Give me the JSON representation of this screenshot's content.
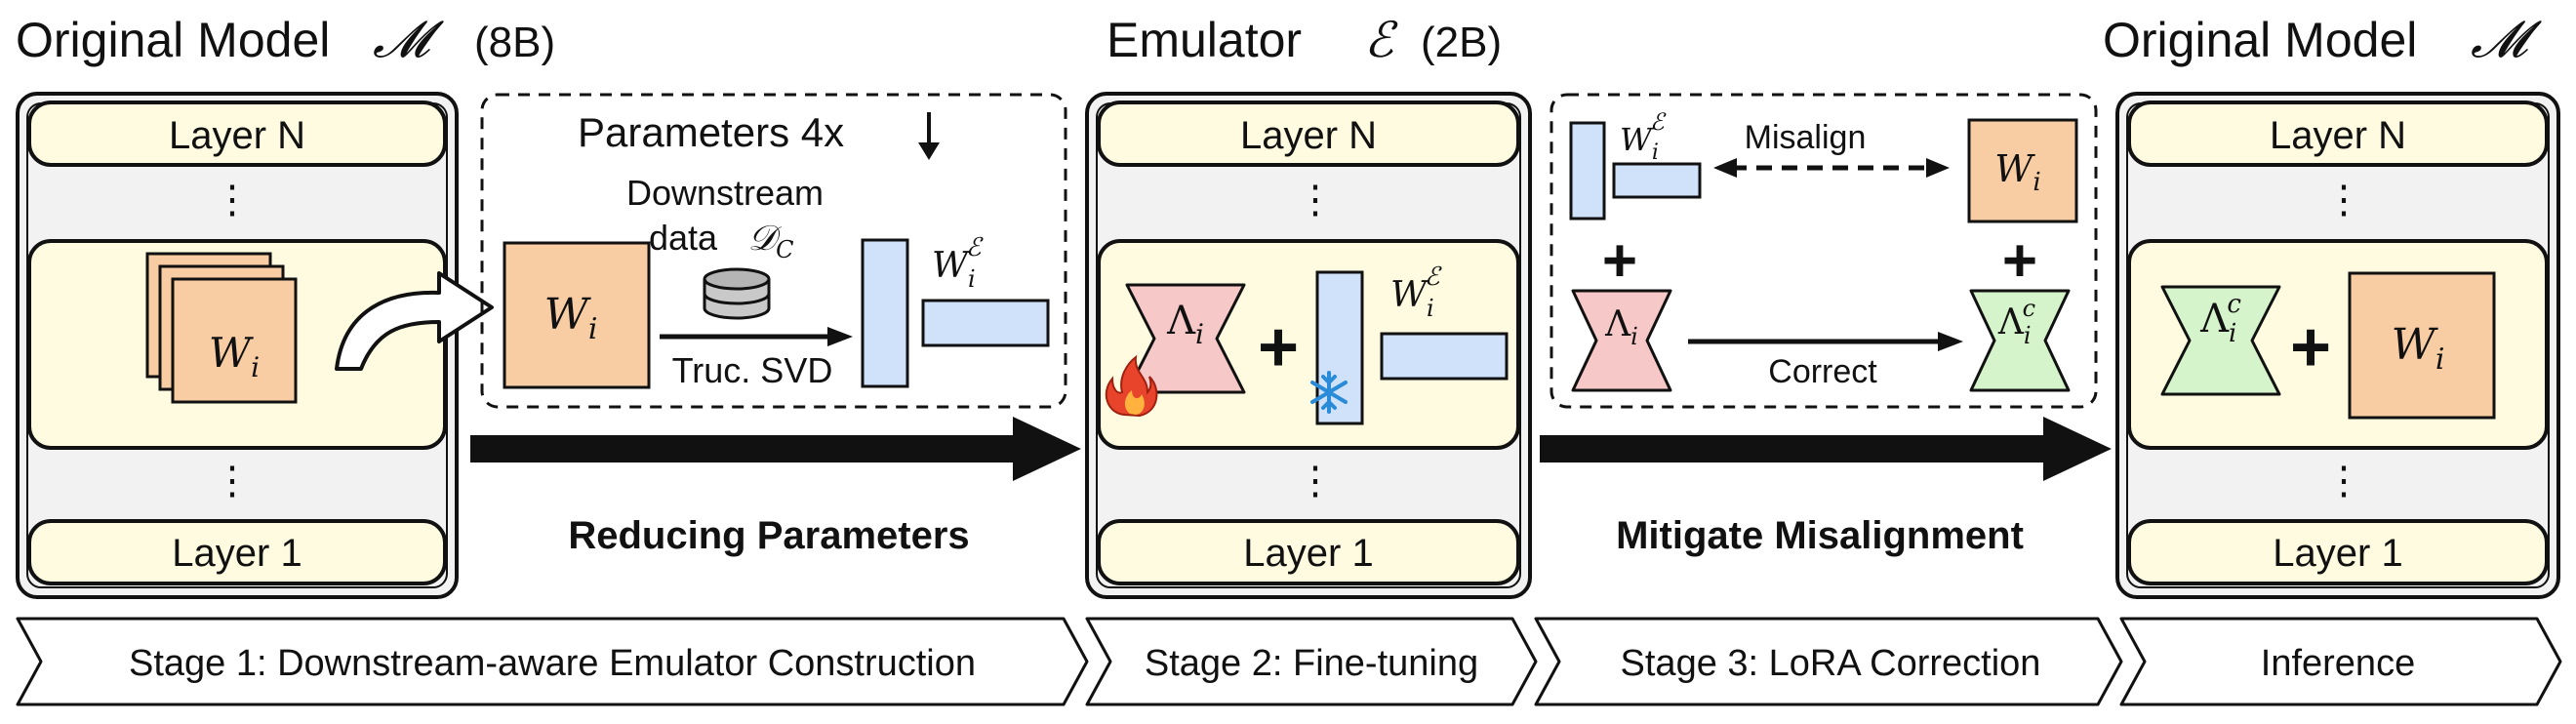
{
  "titles": {
    "model_left": "Original Model",
    "model_left_symbol": "𝓜",
    "model_left_size": "(8B)",
    "emulator": "Emulator",
    "emulator_symbol": "ℰ",
    "emulator_size": "(2B)",
    "model_right": "Original Model",
    "model_right_symbol": "𝓜"
  },
  "layers": {
    "top": "Layer N",
    "bottom": "Layer 1",
    "dots": "⋮"
  },
  "stage1": {
    "params_label": "Parameters 4x",
    "downstream_line1": "Downstream",
    "downstream_line2": "data",
    "data_symbol": "𝒟",
    "data_sub": "C",
    "svd_label": "Truc. SVD",
    "arrow_label": "Reducing Parameters"
  },
  "stage3": {
    "misalign_label": "Misalign",
    "correct_label": "Correct",
    "arrow_label": "Mitigate Misalignment"
  },
  "math": {
    "W": "W",
    "i": "i",
    "E": "ℰ",
    "Lambda": "Λ",
    "c": "c",
    "plus": "+"
  },
  "stages": [
    "Stage 1: Downstream-aware Emulator Construction",
    "Stage 2: Fine-tuning",
    "Stage 3: LoRA Correction",
    "Inference"
  ],
  "colors": {
    "orange": "#f8cda4",
    "blue": "#cfe2fa",
    "pink": "#f6c8c8",
    "green": "#d6f4cc",
    "cream": "#fefbe0",
    "gray": "#f2f2f2"
  },
  "icons": [
    "fire-icon",
    "snowflake-icon",
    "database-icon"
  ]
}
